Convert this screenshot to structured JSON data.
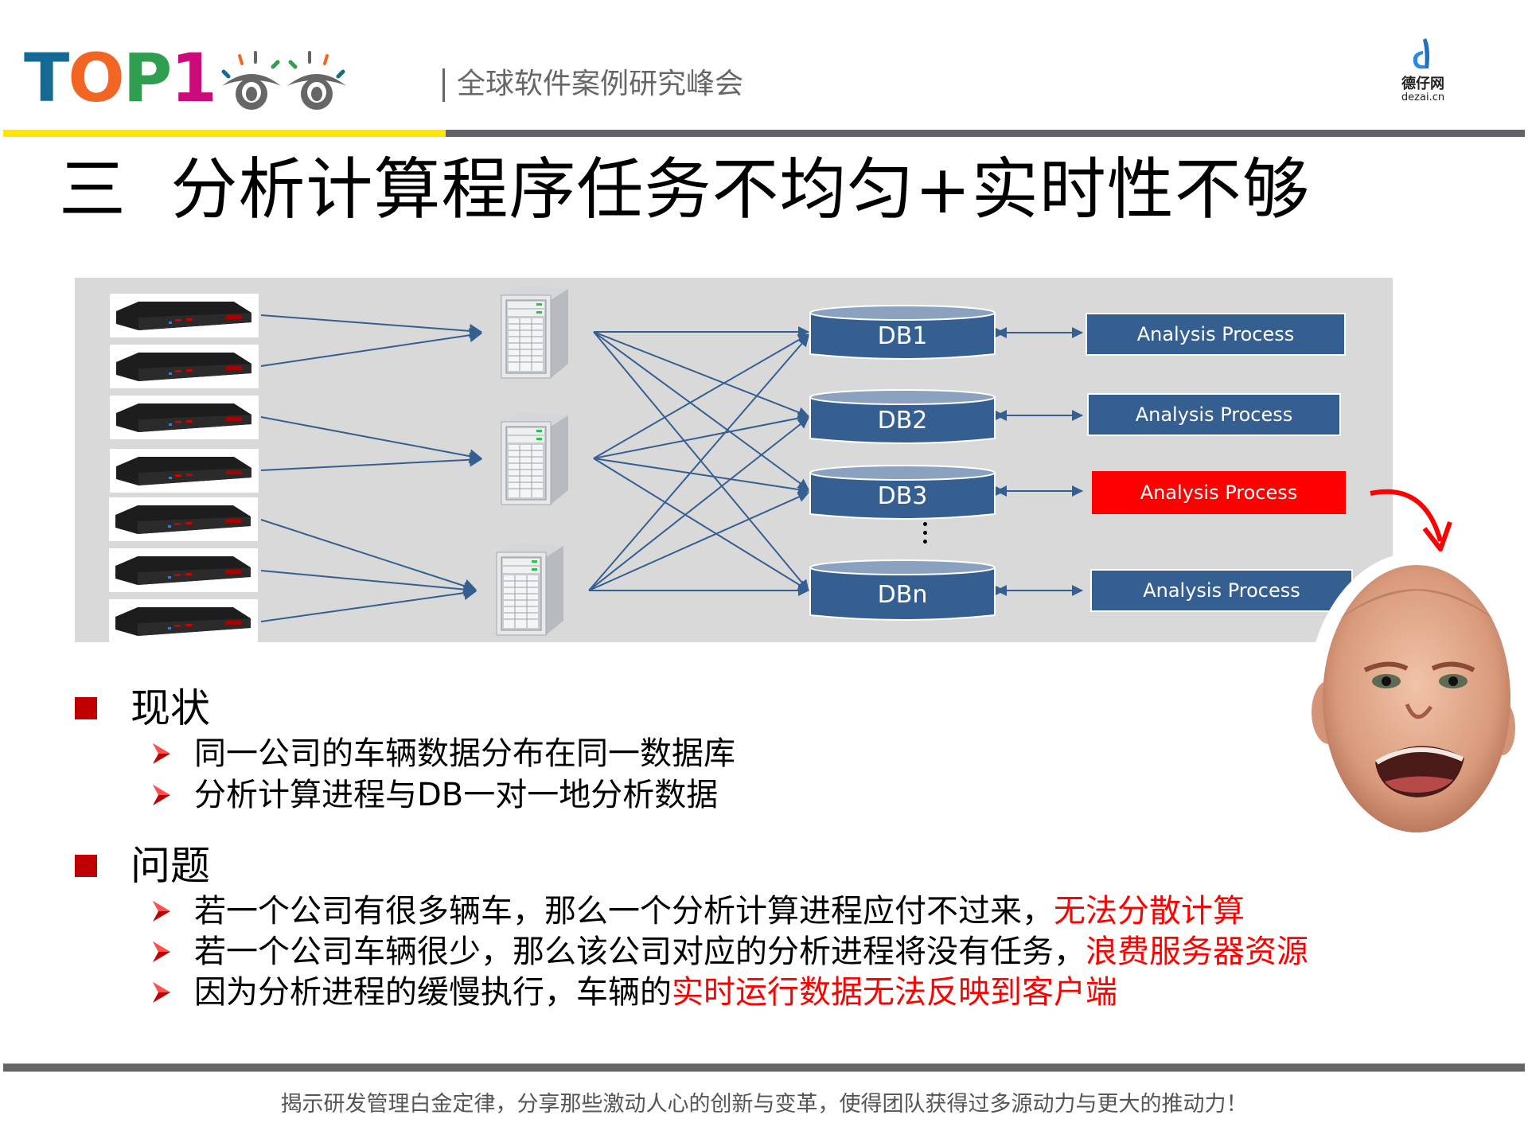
{
  "header": {
    "logo": {
      "letters": [
        "T",
        "O",
        "P",
        "1"
      ],
      "letter_colors": [
        "#156a93",
        "#f26522",
        "#2f9e4f",
        "#cc0a7a"
      ]
    },
    "subtitle": "全球软件案例研究峰会",
    "partner": {
      "name_cn": "德仔网",
      "name_en": "dezai.cn"
    }
  },
  "slide": {
    "title": "三  分析计算程序任务不均匀+实时性不够"
  },
  "diagram": {
    "devices_count": 7,
    "servers_count": 3,
    "databases": [
      {
        "label": "DB1"
      },
      {
        "label": "DB2"
      },
      {
        "label": "DB3"
      },
      {
        "label": "DBn"
      }
    ],
    "processes": [
      {
        "label": "Analysis Process",
        "status": "normal"
      },
      {
        "label": "Analysis Process",
        "status": "normal"
      },
      {
        "label": "Analysis Process",
        "status": "overloaded"
      },
      {
        "label": "Analysis Process",
        "status": "normal"
      }
    ],
    "colors": {
      "node_blue": "#365f91",
      "alert_red": "#ff0000",
      "panel_bg": "#d9d9d9"
    }
  },
  "sections": [
    {
      "heading": "现状",
      "items": [
        {
          "parts": [
            {
              "text": "同一公司的车辆数据分布在同一数据库",
              "highlight": false
            }
          ]
        },
        {
          "parts": [
            {
              "text": "分析计算进程与DB一对一地分析数据",
              "highlight": false
            }
          ]
        }
      ]
    },
    {
      "heading": "问题",
      "items": [
        {
          "parts": [
            {
              "text": "若一个公司有很多辆车，那么一个分析计算进程应付不过来，",
              "highlight": false
            },
            {
              "text": "无法分散计算",
              "highlight": true
            }
          ]
        },
        {
          "parts": [
            {
              "text": "若一个公司车辆很少，那么该公司对应的分析进程将没有任务，",
              "highlight": false
            },
            {
              "text": "浪费服务器资源",
              "highlight": true
            }
          ]
        },
        {
          "parts": [
            {
              "text": "因为分析进程的缓慢执行，车辆的",
              "highlight": false
            },
            {
              "text": "实时运行数据无法反映到客户端",
              "highlight": true
            }
          ]
        }
      ]
    }
  ],
  "footer": {
    "slogan": "揭示研发管理白金定律，分享那些激动人心的创新与变革，使得团队获得过多源动力与更大的推动力！"
  }
}
